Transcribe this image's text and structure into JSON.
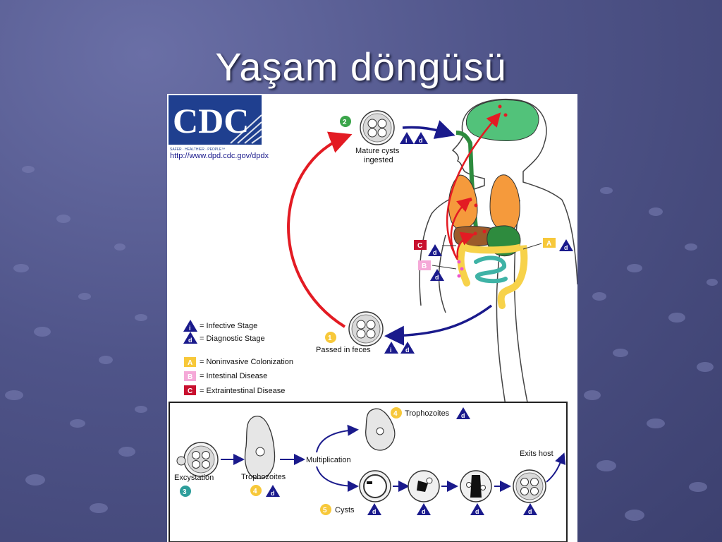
{
  "slide": {
    "title": "Yaşam döngüsü"
  },
  "logo": {
    "text": "CDC",
    "tagline": "SAFER · HEALTHIER · PEOPLE™",
    "url": "http://www.dpd.cdc.gov/dpdx"
  },
  "stages": {
    "s1": {
      "num": "1",
      "label": "Passed in feces"
    },
    "s2": {
      "num": "2",
      "line1": "Mature cysts",
      "line2": "ingested"
    },
    "s3": {
      "num": "3",
      "label": "Excystation"
    },
    "s4a": {
      "num": "4",
      "label": "Trophozoites"
    },
    "s4b": {
      "num": "4",
      "label": "Trophozoites"
    },
    "s5": {
      "num": "5",
      "label": "Cysts"
    }
  },
  "flow": {
    "multiplication": "Multiplication",
    "exits": "Exits host"
  },
  "symbols": {
    "infective": "i",
    "diagnostic": "d"
  },
  "legend": {
    "infective": "= Infective Stage",
    "diagnostic": "= Diagnostic Stage",
    "a_letter": "A",
    "a": "= Noninvasive Colonization",
    "b_letter": "B",
    "b": "= Intestinal Disease",
    "c_letter": "C",
    "c": "= Extraintestinal Disease"
  },
  "colors": {
    "cdc_blue": "#1f3f8f",
    "arrow_blue": "#1a1a8c",
    "arrow_red": "#e31b23",
    "stage_yellow": "#f7c83a",
    "stage_green": "#3aa54a",
    "stage_teal": "#2e9e9b",
    "tag_a": "#f7c83a",
    "tag_b": "#f5a9d8",
    "tag_c": "#c8102e",
    "brain": "#52c27a",
    "lungs": "#f59a3c",
    "liver": "#9b5b2a",
    "colon": "#f7d24a",
    "intestine": "#3fb3a6"
  }
}
